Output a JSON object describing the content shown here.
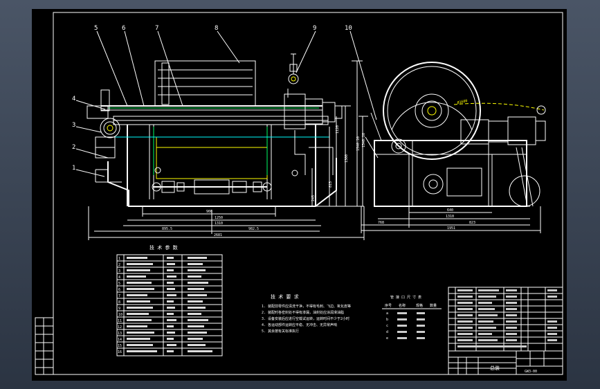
{
  "part_numbers": [
    "5",
    "6",
    "7",
    "8",
    "9",
    "10",
    "4",
    "3",
    "2",
    "1"
  ],
  "dimensions": {
    "front_908": "908",
    "front_1250": "1250",
    "front_1310": "1310",
    "front_895_5": "895.5",
    "front_982_5": "982.5",
    "front_2681": "2681",
    "front_vert_1540_20": "1540.20",
    "front_vert_1300": "1300",
    "front_vert_1120": "1120",
    "front_vert_815": "815",
    "front_vert_245": "245",
    "side_vert_1540_20": "1540.20",
    "side_640": "640",
    "side_768": "768",
    "side_1310": "1310",
    "side_823": "823",
    "side_1951": "1951",
    "drum_label": "Ø1600"
  },
  "notes": {
    "tech_table_title": "技 术 参 数",
    "tech_req_title": "技 术 要 求",
    "tech_req_lines": [
      "1. 装配前零件应清洗干净，不得有毛刺、飞边、氧化皮等",
      "2. 装配时各密封处不得有渗漏，油封处应涂润滑油脂",
      "3. 设备安装后应进行空载试运转，运转时间不少于2小时",
      "4. 各运动部件运转应平稳、无冲击、无异常声响",
      "5. 其余按有关标准执行"
    ],
    "interface_title": "管 接 口 尺 寸 表",
    "tech_table_rows": [
      "1",
      "2",
      "3",
      "4",
      "5",
      "6",
      "7",
      "8",
      "9",
      "10",
      "11",
      "12",
      "13",
      "14",
      "15",
      "16"
    ],
    "interface_cols": [
      "序号",
      "名称",
      "规格",
      "数量"
    ],
    "interface_rows": [
      "a",
      "b",
      "c",
      "d",
      "e"
    ]
  },
  "title_block": {
    "assembly_label": "总装",
    "drawing_number": "GW3-00"
  }
}
